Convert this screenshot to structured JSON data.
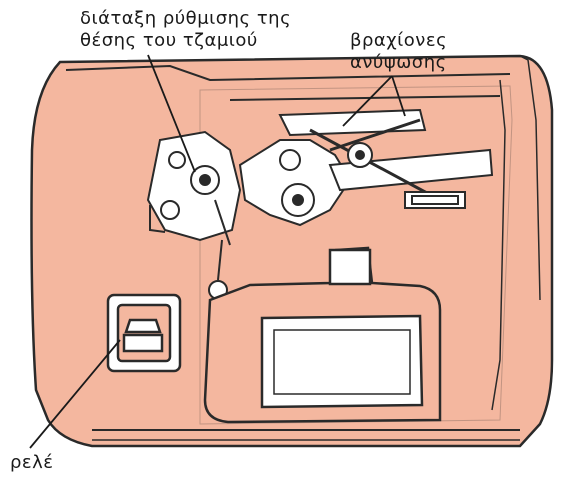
{
  "labels": {
    "window_mechanism_line1": "διάταξη ρύθμισης της",
    "window_mechanism_line2": "θέσης του τζαμιού",
    "lift_arms_line1": "βραχίονες",
    "lift_arms_line2": "ανύψωσης",
    "relay": "ρελέ"
  },
  "colors": {
    "door_panel_fill": "#f4b79f",
    "line": "#2a2a2a",
    "background": "#ffffff"
  }
}
